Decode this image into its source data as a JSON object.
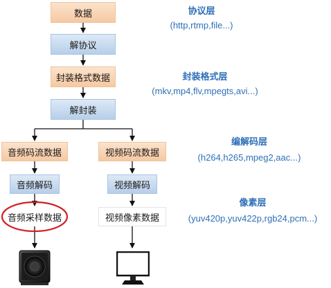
{
  "colors": {
    "accent_text": "#2e6fb7",
    "peach_box": "#f7d3b3",
    "blue_box": "#c7d9ee",
    "highlight_ellipse": "#d21f25"
  },
  "flow": {
    "data": "数据",
    "protocol_decode": "解协议",
    "container_data": "封装格式数据",
    "demux": "解封装",
    "audio_stream": "音频码流数据",
    "audio_decode": "音频解码",
    "audio_samples": "音频采样数据",
    "video_stream": "视频码流数据",
    "video_decode": "视频解码",
    "video_pixels": "视频像素数据"
  },
  "layers": {
    "protocol": {
      "title": "协议层",
      "examples": "(http,rtmp,file...)"
    },
    "container": {
      "title": "封装格式层",
      "examples": "(mkv,mp4,flv,mpegts,avi...)"
    },
    "codec": {
      "title": "编解码层",
      "examples": "(h264,h265,mpeg2,aac...)"
    },
    "pixel": {
      "title": "像素层",
      "examples": "(yuv420p,yuv422p,rgb24,pcm...)"
    }
  },
  "icons": [
    "speaker-icon",
    "monitor-icon"
  ]
}
